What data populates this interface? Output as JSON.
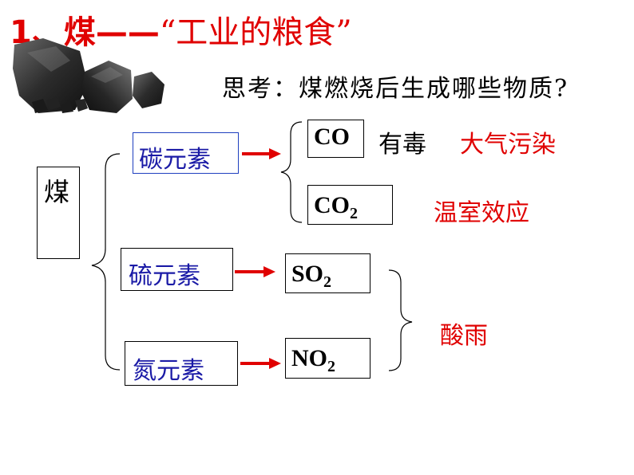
{
  "title": {
    "number": "1、",
    "main": "煤——",
    "quote": "“工业的粮食”"
  },
  "question": "思考：煤燃烧后生成哪些物质?",
  "source_label": "煤",
  "elements": [
    {
      "label": "碳元素",
      "products": [
        {
          "formula": "CO",
          "sub": ""
        },
        {
          "formula": "CO",
          "sub": "2"
        }
      ]
    },
    {
      "label": "硫元素",
      "products": [
        {
          "formula": "SO",
          "sub": "2"
        }
      ]
    },
    {
      "label": "氮元素",
      "products": [
        {
          "formula": "NO",
          "sub": "2"
        }
      ]
    }
  ],
  "effects": {
    "co_toxic": "有毒",
    "co_pollution": "大气污染",
    "co2_effect": "温室效应",
    "acid_rain": "酸雨"
  },
  "image": {
    "icon": "coal-lumps-image"
  },
  "colors": {
    "title": "#e00000",
    "element_text": "#1a1aa6",
    "effect": "#e00000",
    "arrow": "#e00000"
  }
}
